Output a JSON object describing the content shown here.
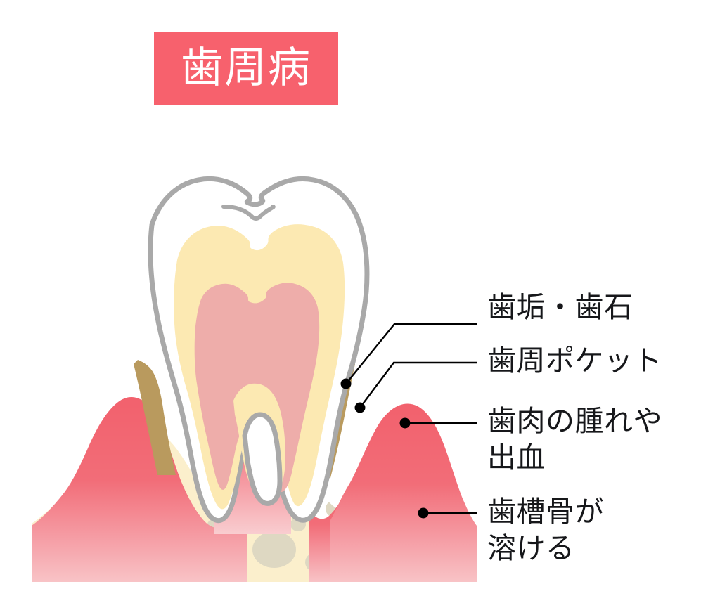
{
  "title": {
    "text": "歯周病",
    "banner_color": "#f7616d",
    "text_color": "#ffffff"
  },
  "illustration": {
    "name": "periodontal-disease-cross-section",
    "description": "歯周病の歯の断面図",
    "colors": {
      "enamel": "#ffffff",
      "enamel_outline": "#a9a9a9",
      "dentin": "#fce9b2",
      "pulp": "#eeadaa",
      "tartar": "#b99a5e",
      "gum_top": "#f2616d",
      "gum_bottom": "#f7b9bc",
      "bone": "#fbefcc",
      "bone_spot": "#ded8c2",
      "leader_line": "#000000",
      "background": "#ffffff"
    }
  },
  "callouts": [
    {
      "id": "plaque",
      "label": "歯垢・歯石",
      "anchor": "tartar-deposit-upper"
    },
    {
      "id": "pocket",
      "label": "歯周ポケット",
      "anchor": "periodontal-pocket"
    },
    {
      "id": "gum",
      "label": "歯肉の腫れや\n出血",
      "anchor": "swollen-gum"
    },
    {
      "id": "bone",
      "label": "歯槽骨が\n溶ける",
      "anchor": "alveolar-bone"
    }
  ]
}
